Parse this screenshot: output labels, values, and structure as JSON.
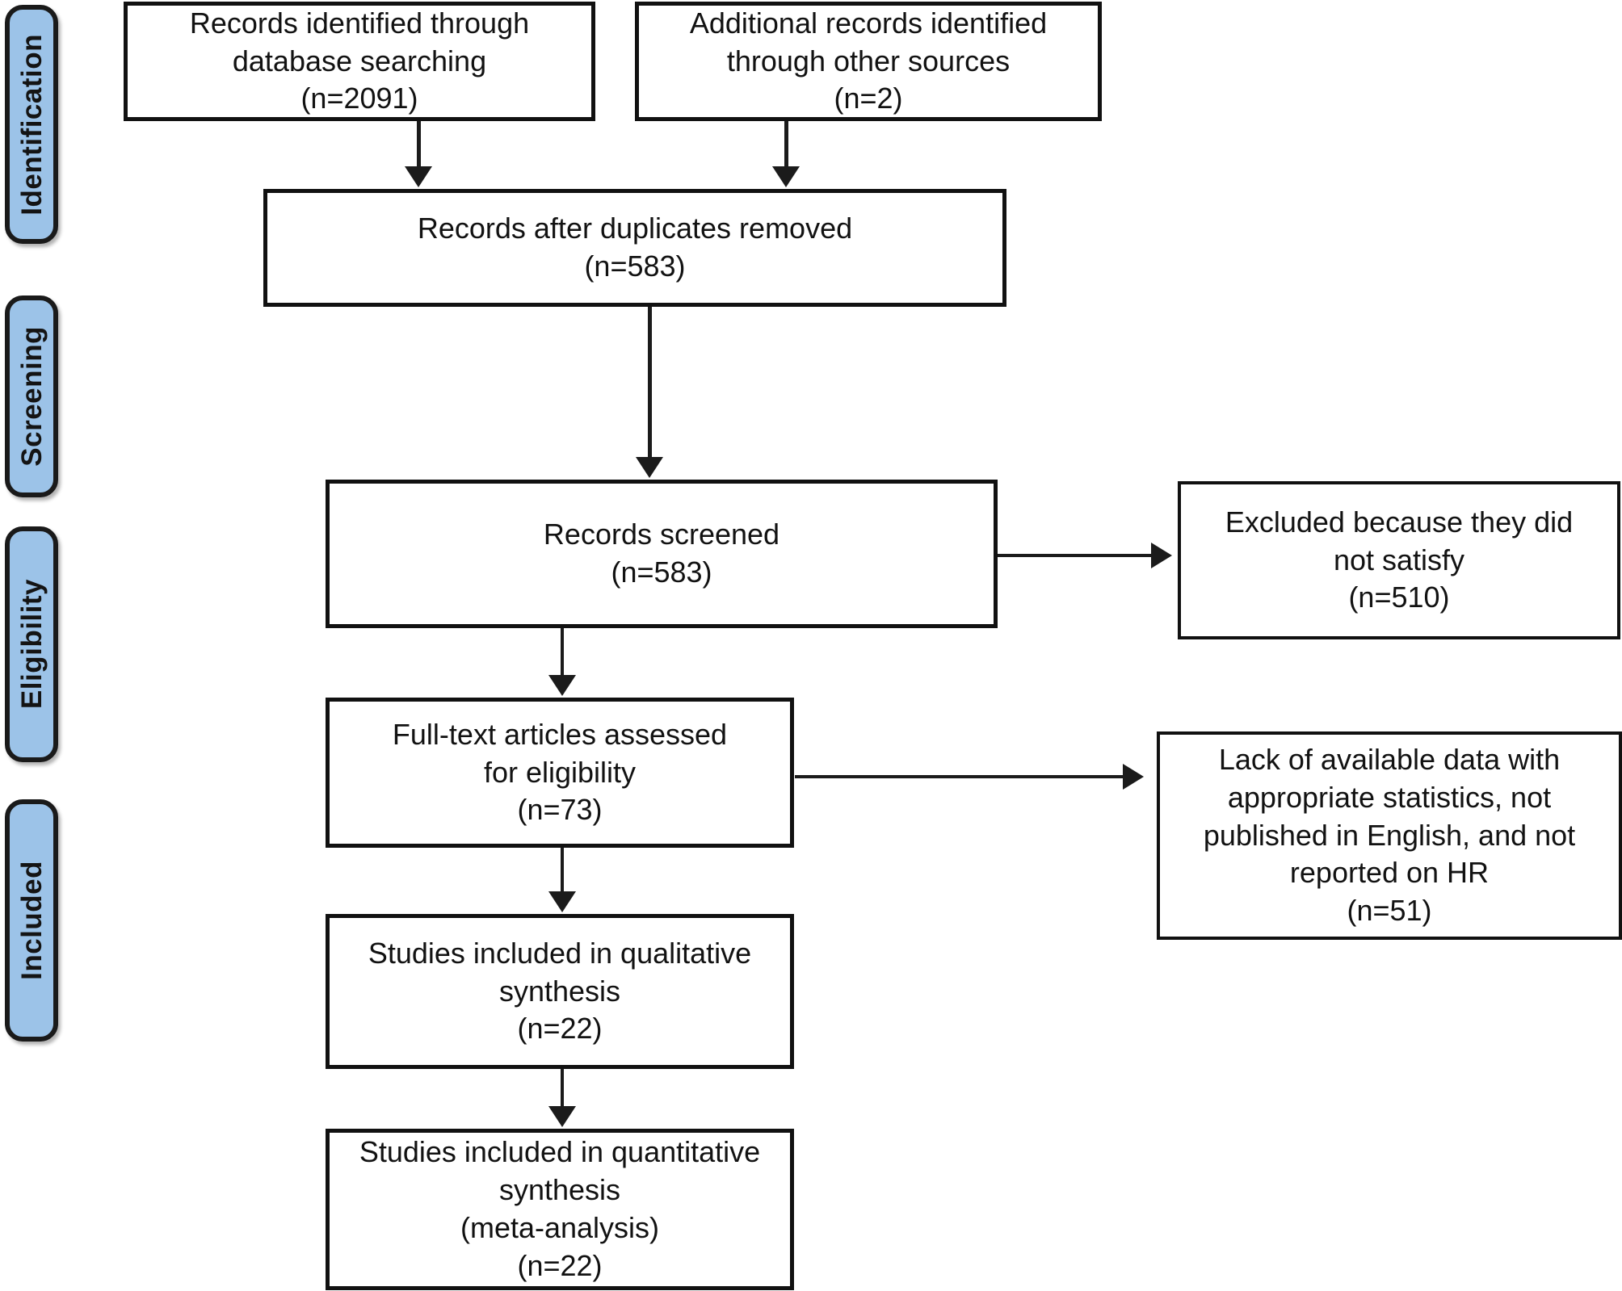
{
  "diagram": {
    "type": "prisma-flow-diagram",
    "stages": [
      {
        "id": "identification",
        "label": "Identification"
      },
      {
        "id": "screening",
        "label": "Screening"
      },
      {
        "id": "eligibility",
        "label": "Eligibility"
      },
      {
        "id": "included",
        "label": "Included"
      }
    ],
    "boxes": [
      {
        "id": "records-identified-database",
        "text": "Records identified through\ndatabase searching\n(n=2091)",
        "count_label": "(n=2091)",
        "count": 2091
      },
      {
        "id": "additional-records-other-sources",
        "text": "Additional records identified\nthrough other sources\n(n=2)",
        "count_label": "(n=2)",
        "count": 2
      },
      {
        "id": "records-after-duplicates-removed",
        "text": "Records after duplicates removed\n(n=583)",
        "count_label": "(n=583)",
        "count": 583
      },
      {
        "id": "records-screened",
        "text": "Records screened\n(n=583)",
        "count_label": "(n=583)",
        "count": 583
      },
      {
        "id": "records-excluded",
        "text": "Excluded because they did\nnot satisfy\n(n=510)",
        "count_label": "(n=510)",
        "count": 510
      },
      {
        "id": "full-text-articles-assessed",
        "text": "Full-text articles assessed\nfor eligibility\n(n=73)",
        "count_label": "(n=73)",
        "count": 73
      },
      {
        "id": "full-text-excluded",
        "text": "Lack of available data with\nappropriate statistics, not\npublished in English, and not\nreported on HR\n(n=51)",
        "count_label": "(n=51)",
        "count": 51
      },
      {
        "id": "studies-qualitative-synthesis",
        "text": "Studies included in qualitative synthesis\n(n=22)",
        "count_label": "(n=22)",
        "count": 22
      },
      {
        "id": "studies-quantitative-synthesis",
        "text": "Studies included in quantitative synthesis\n(meta-analysis)\n(n=22)",
        "count_label": "(n=22)",
        "count": 22
      }
    ],
    "colors": {
      "stage_tab_fill": "#9cc3e8",
      "stage_tab_border": "#1a1a1a",
      "box_border": "#111111",
      "box_fill": "#ffffff",
      "connector": "#1b1b1b",
      "text": "#121212"
    }
  }
}
